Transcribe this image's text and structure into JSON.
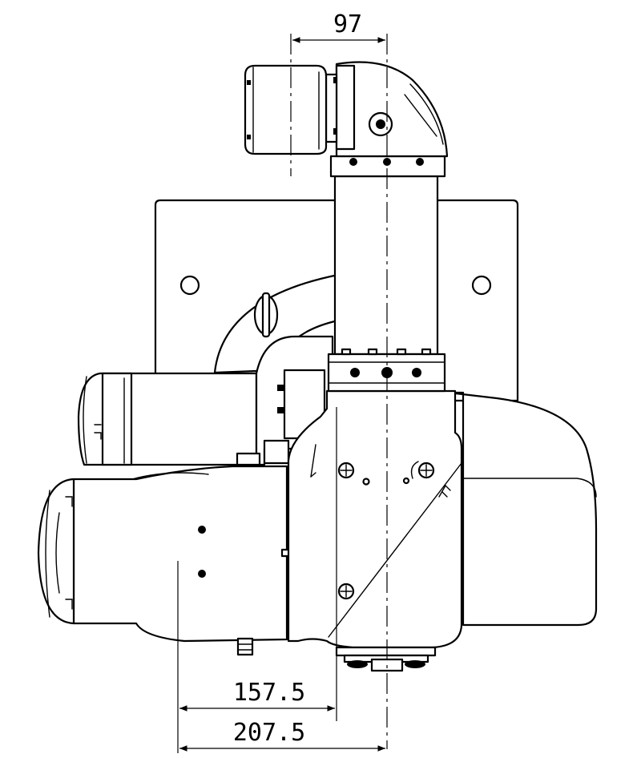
{
  "drawing": {
    "dimensions": {
      "top_offset": "97",
      "lower_offset_1": "157.5",
      "lower_offset_2": "207.5"
    }
  }
}
